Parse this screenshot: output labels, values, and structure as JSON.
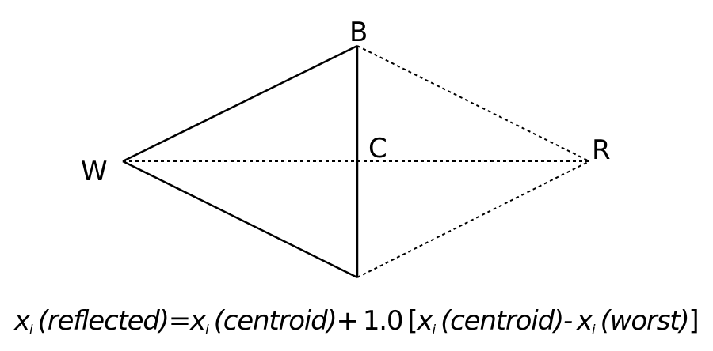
{
  "diagram": {
    "labels": {
      "best": "B",
      "worst": "W",
      "centroid": "C",
      "reflected": "R"
    },
    "colors": {
      "line": "#000000",
      "background": "#ffffff"
    }
  },
  "formula": {
    "var": "x",
    "sub": "i",
    "reflected": "(reflected)",
    "equals": "=",
    "centroid": "(centroid)",
    "plus": "+",
    "coefficient": "1.0",
    "open_bracket": "[",
    "minus": "-",
    "worst": "(worst)",
    "close_bracket": "]"
  }
}
